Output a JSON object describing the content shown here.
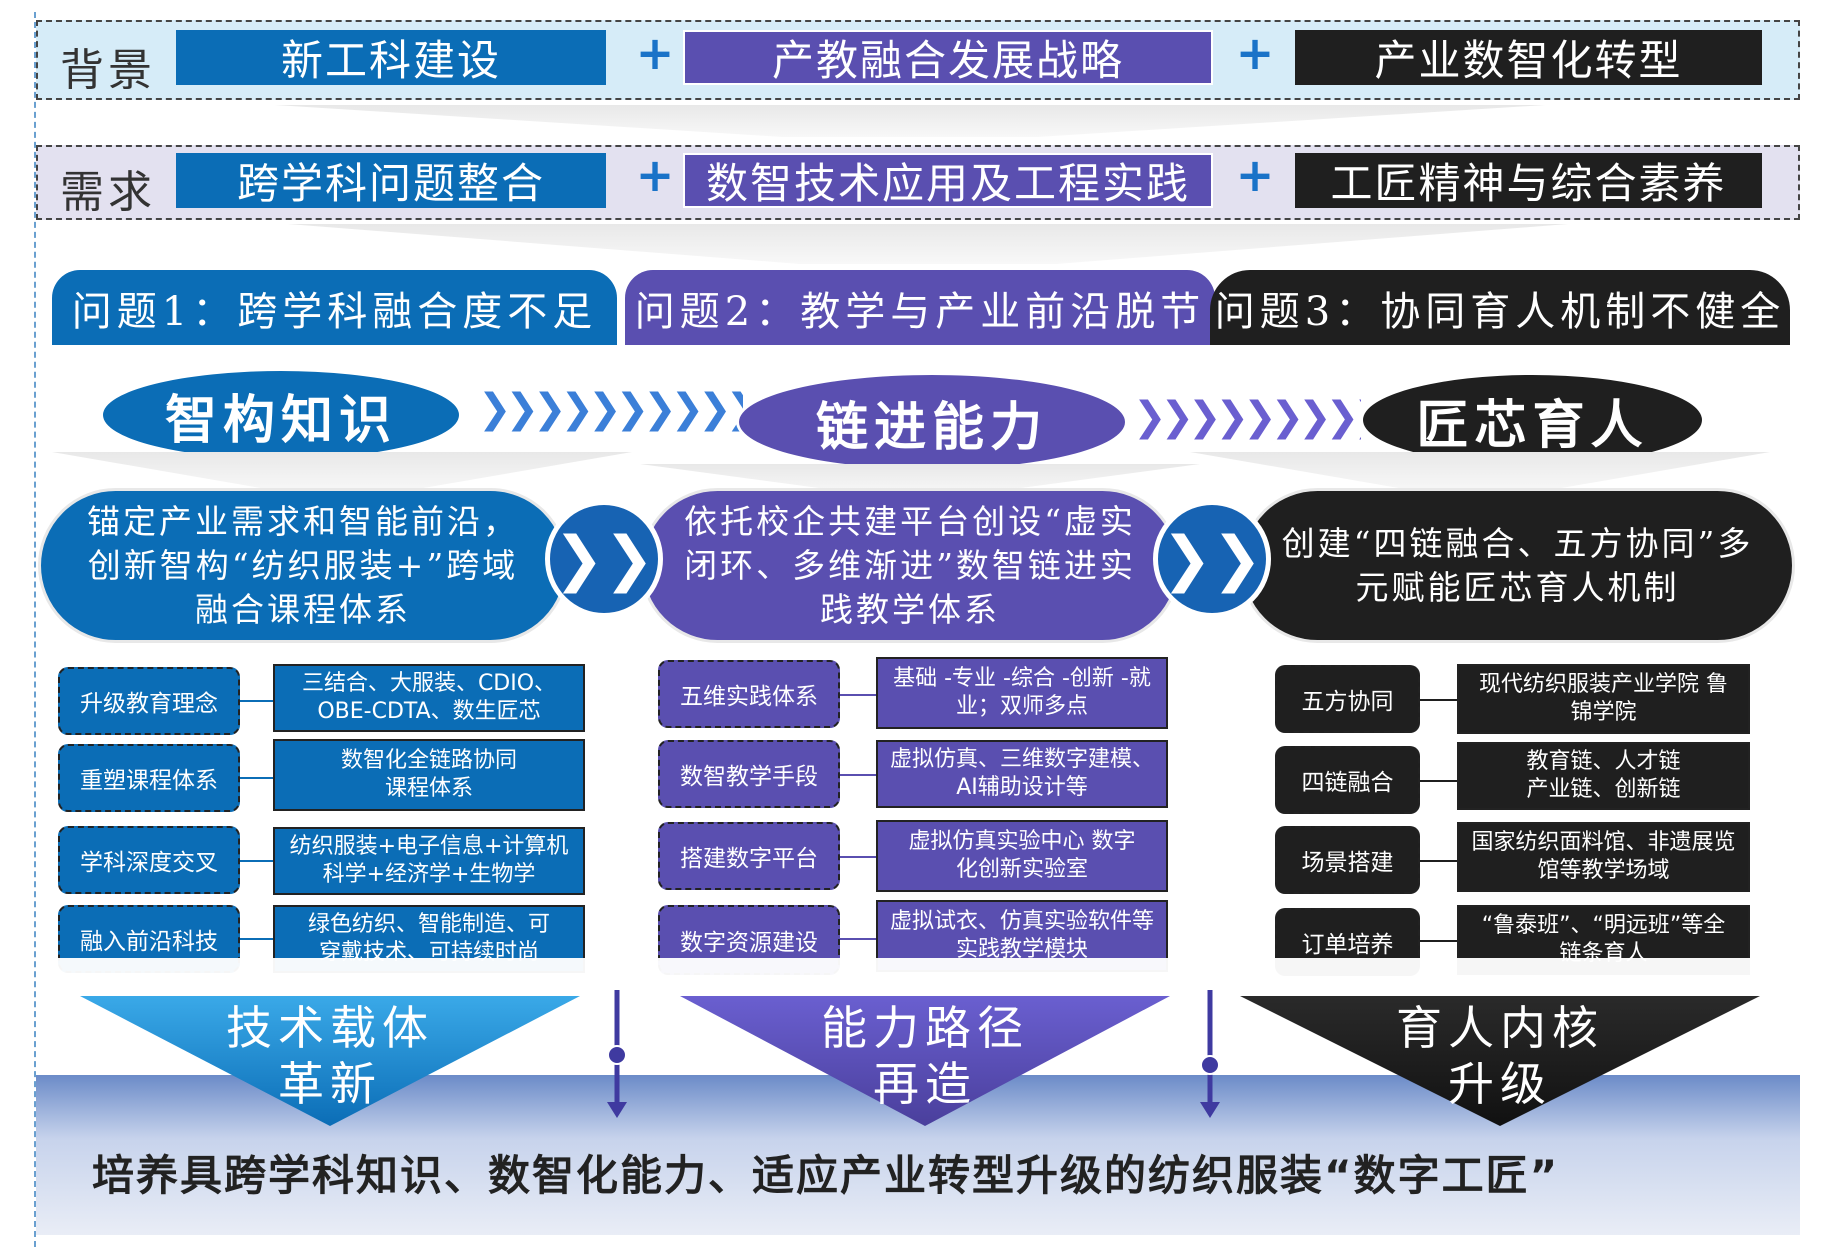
{
  "background_row": {
    "label": "背景",
    "items": [
      "新工科建设",
      "产教融合发展战略",
      "产业数智化转型"
    ],
    "plus": "+"
  },
  "demand_row": {
    "label": "需求",
    "items": [
      "跨学科问题整合",
      "数智技术应用及工程实践",
      "工匠精神与综合素养"
    ],
    "plus": "+"
  },
  "problems": [
    "问题1：跨学科融合度不足",
    "问题2：教学与产业前沿脱节",
    "问题3：协同育人机制不健全"
  ],
  "themes": [
    "智构知识",
    "链进能力",
    "匠芯育人"
  ],
  "chevrons": "❯❯❯❯❯❯❯❯❯❯❯❯❯",
  "pills": [
    "锚定产业需求和智能前沿，创新智构“纺织服装+”跨域融合课程体系",
    "依托校企共建平台创设“虚实闭环、多维渐进”数智链进实践教学体系",
    "创建“四链融合、五方协同”多元赋能匠芯育人机制"
  ],
  "pill_arrow": "❯❯",
  "col1": [
    {
      "label": "升级教育理念",
      "detail": "三结合、大服装、CDIO、OBE-CDTA、数生匠芯"
    },
    {
      "label": "重塑课程体系",
      "detail": "数智化全链路协同课程体系"
    },
    {
      "label": "学科深度交叉",
      "detail": "纺织服装+电子信息+计算机科学+经济学+生物学"
    },
    {
      "label": "融入前沿科技",
      "detail": "绿色纺织、智能制造、可穿戴技术、可持续时尚"
    }
  ],
  "col2": [
    {
      "label": "五维实践体系",
      "detail": "基础 -专业 -综合 -创新 -就业；双师多点"
    },
    {
      "label": "数智教学手段",
      "detail": "虚拟仿真、三维数字建模、AI辅助设计等"
    },
    {
      "label": "搭建数字平台",
      "detail": "虚拟仿真实验中心 数字化创新实验室"
    },
    {
      "label": "数字资源建设",
      "detail": "虚拟试衣、仿真实验软件等实践教学模块"
    }
  ],
  "col3": [
    {
      "label": "五方协同",
      "detail": "现代纺织服装产业学院 鲁锦学院"
    },
    {
      "label": "四链融合",
      "detail": "教育链、人才链 产业链、创新链"
    },
    {
      "label": "场景搭建",
      "detail": "国家纺织面料馆、非遗展览馆等教学场域"
    },
    {
      "label": "订单培养",
      "detail": "“鲁泰班”、“明远班”等全链条育人"
    }
  ],
  "outcomes": [
    {
      "line1": "技术载体",
      "line2": "革新"
    },
    {
      "line1": "能力路径",
      "line2": "再造"
    },
    {
      "line1": "育人内核",
      "line2": "升级"
    }
  ],
  "goal": "培养具跨学科知识、数智化能力、适应产业转型升级的纺织服装“数字工匠”",
  "colors": {
    "blue": "#0b6db6",
    "purple": "#5a4fb0",
    "black": "#1f1f1f"
  }
}
